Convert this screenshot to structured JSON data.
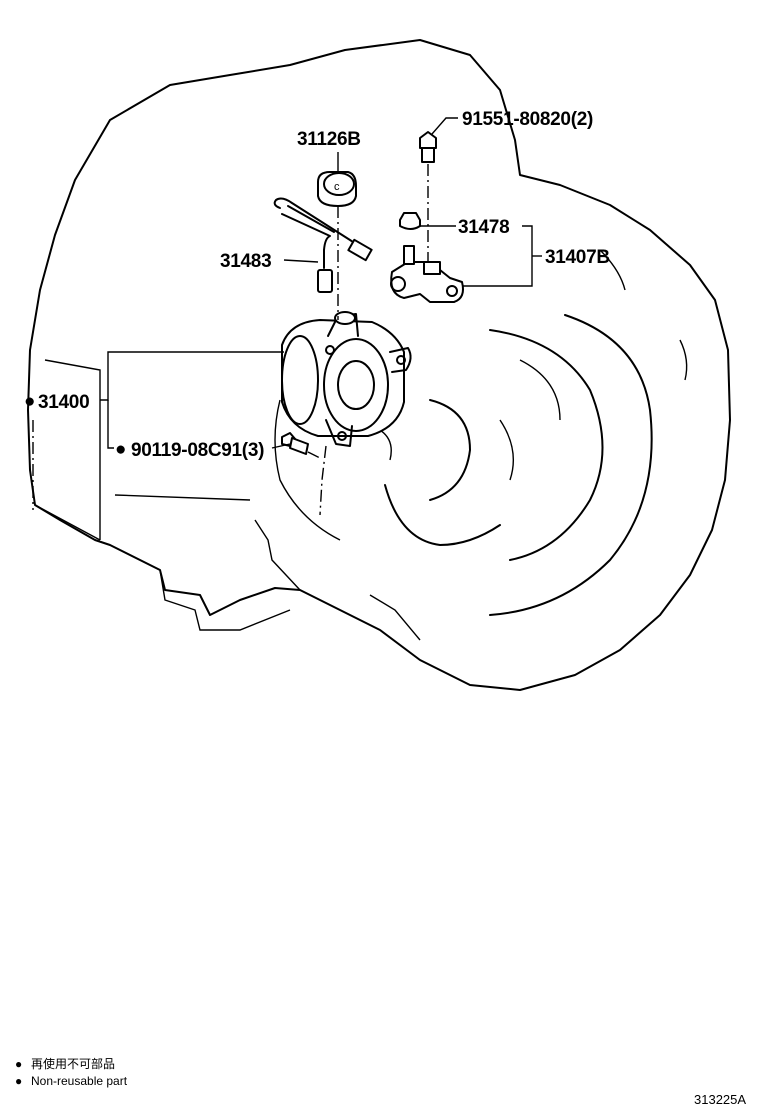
{
  "diagram": {
    "part_labels": {
      "cover": "31126B",
      "bolt_upper": "91551-80820(2)",
      "bleeder": "31478",
      "union": "31407B",
      "tube": "31483",
      "release_cylinder": "31400",
      "bolt_lower": "90119-08C91(3)"
    },
    "nonreusable_marker": "●",
    "legend": {
      "jp": "再使用不可部品",
      "en": "Non-reusable part"
    },
    "figure_code": "313225A"
  }
}
